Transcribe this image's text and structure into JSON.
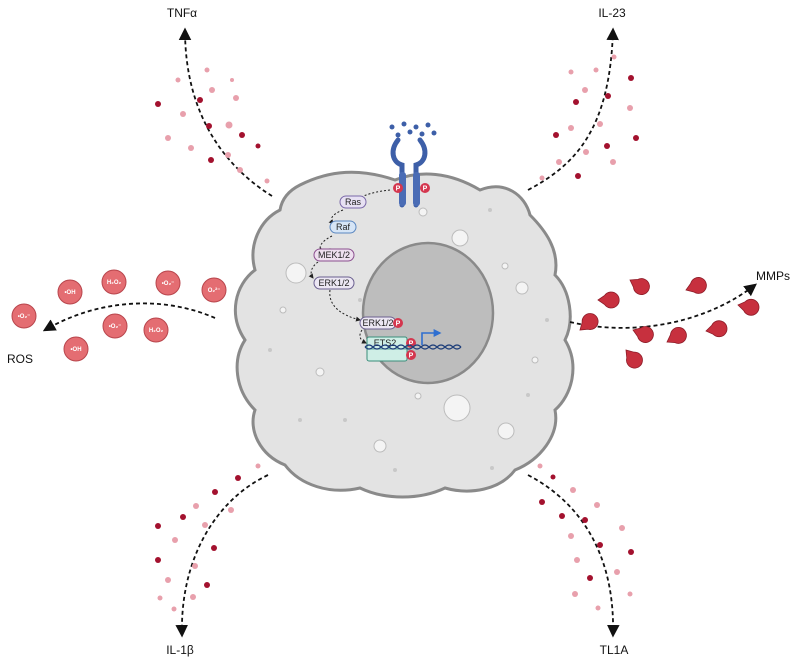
{
  "outputs": {
    "tnf": "TNFα",
    "il23": "IL-23",
    "ros": "ROS",
    "mmps": "MMPs",
    "il1b": "IL-1β",
    "tl1a": "TL1A"
  },
  "pathway": {
    "ras": "Ras",
    "raf": "Raf",
    "mek": "MEK1/2",
    "erk_cyto": "ERK1/2",
    "erk_nuc": "ERK1/2",
    "ets2": "ETS2",
    "phospho": "P"
  },
  "ros_species": [
    "•O₂⁻",
    "•OH",
    "H₂O₂",
    "•O₂⁻",
    "O₂²⁻",
    "•O₂⁻",
    "H₂O₂",
    "•OH"
  ],
  "colors": {
    "cell_body": "#e3e3e3",
    "cell_outline": "#8a8a8a",
    "nucleus": "#bdbdbd",
    "receptor": "#3d5fa8",
    "cytokine_dark": "#a3112e",
    "cytokine_light": "#e8a0ac",
    "ros_fill": "#e46d72",
    "mmp_fill": "#c7303e",
    "phospho": "#d4364e",
    "gene_arrow": "#2f6fd0"
  }
}
